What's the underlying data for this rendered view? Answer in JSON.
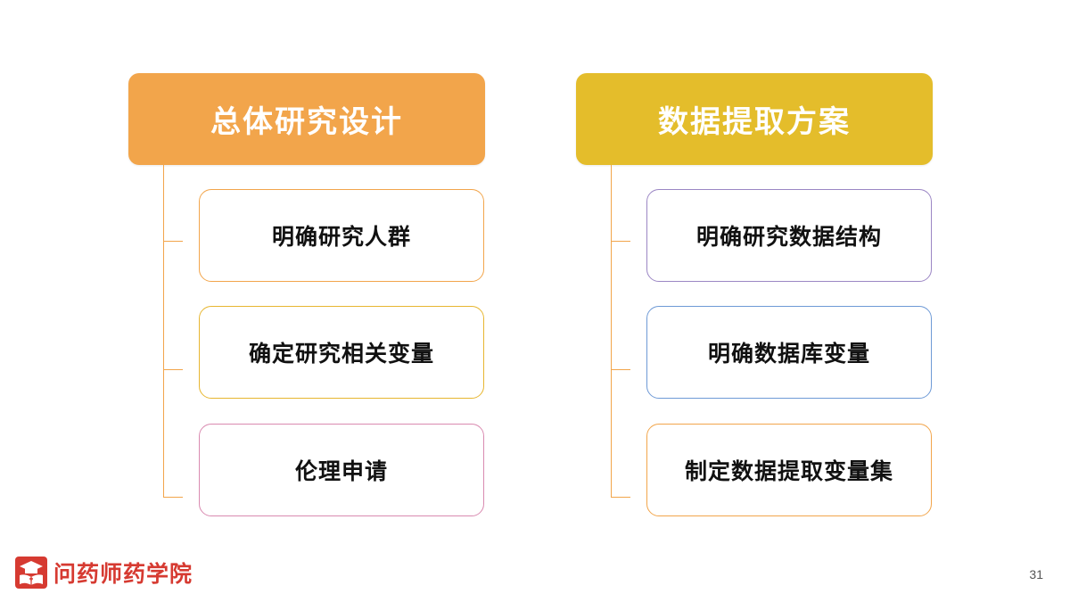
{
  "left_group": {
    "title": "总体研究设计",
    "color": "#F2A54B",
    "items": [
      {
        "label": "明确研究人群",
        "border": "#F2A54B"
      },
      {
        "label": "确定研究相关变量",
        "border": "#E7B630"
      },
      {
        "label": "伦理申请",
        "border": "#D98AB0"
      }
    ]
  },
  "right_group": {
    "title": "数据提取方案",
    "color": "#E4BD2B",
    "items": [
      {
        "label": "明确研究数据结构",
        "border": "#9B86C4"
      },
      {
        "label": "明确数据库变量",
        "border": "#6E9AD6"
      },
      {
        "label": "制定数据提取变量集",
        "border": "#F2A54B"
      }
    ]
  },
  "footer": {
    "logo_text": "问药师药学院",
    "page_number": "31",
    "logo_icon": "graduation-cap-book-icon",
    "logo_color": "#D63A31"
  }
}
